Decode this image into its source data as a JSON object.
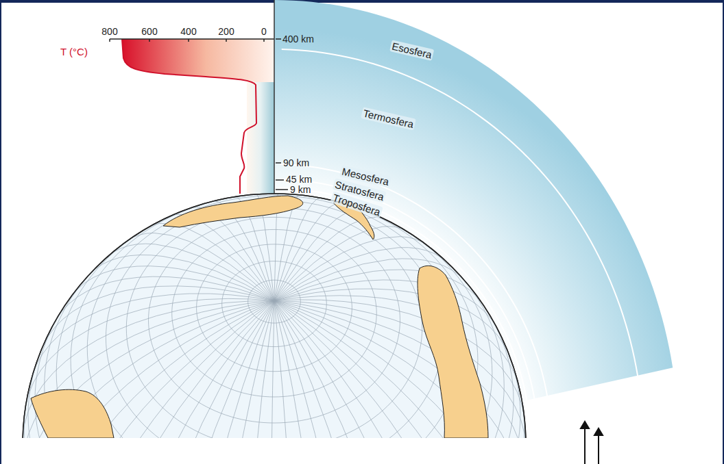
{
  "diagram": {
    "labels": [
      "T (°C)",
      "800",
      "600",
      "400",
      "200",
      "0",
      "400 km",
      "90 km",
      "45 km",
      "9 km",
      "Esosfera",
      "Termosfera",
      "Mesosfera",
      "Stratosfera",
      "Troposfera"
    ]
  }
}
